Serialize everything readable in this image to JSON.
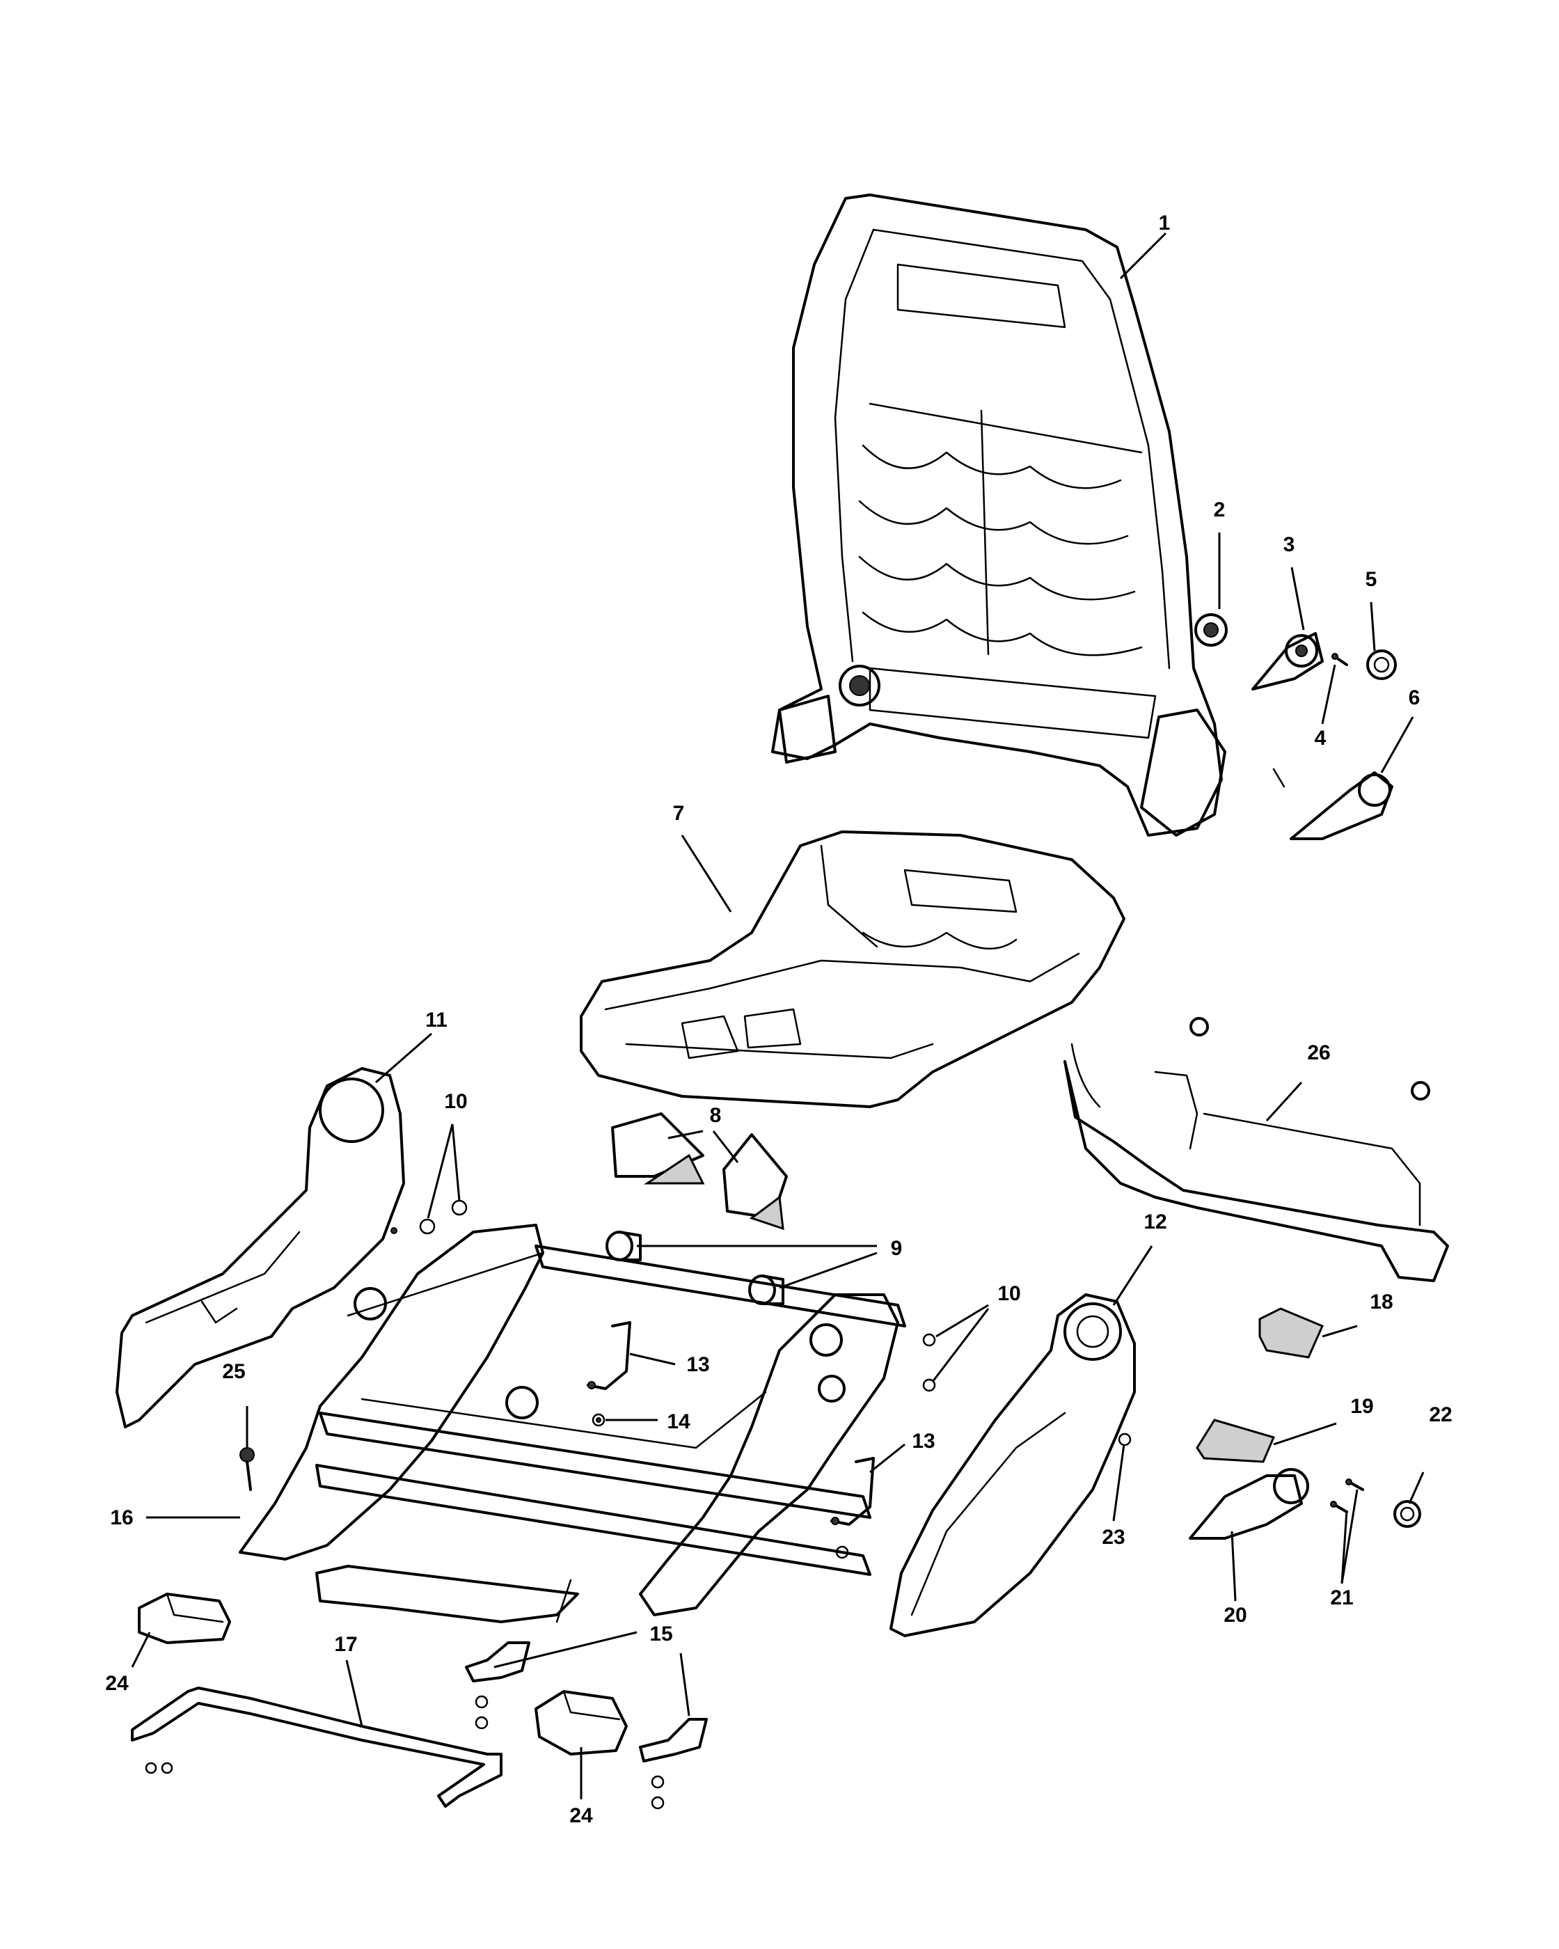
{
  "diagram": {
    "callouts": [
      "1",
      "2",
      "3",
      "4",
      "5",
      "6",
      "7",
      "8",
      "9",
      "10",
      "10",
      "11",
      "12",
      "13",
      "13",
      "14",
      "15",
      "16",
      "17",
      "18",
      "19",
      "20",
      "21",
      "22",
      "23",
      "24",
      "24",
      "25",
      "26"
    ]
  }
}
